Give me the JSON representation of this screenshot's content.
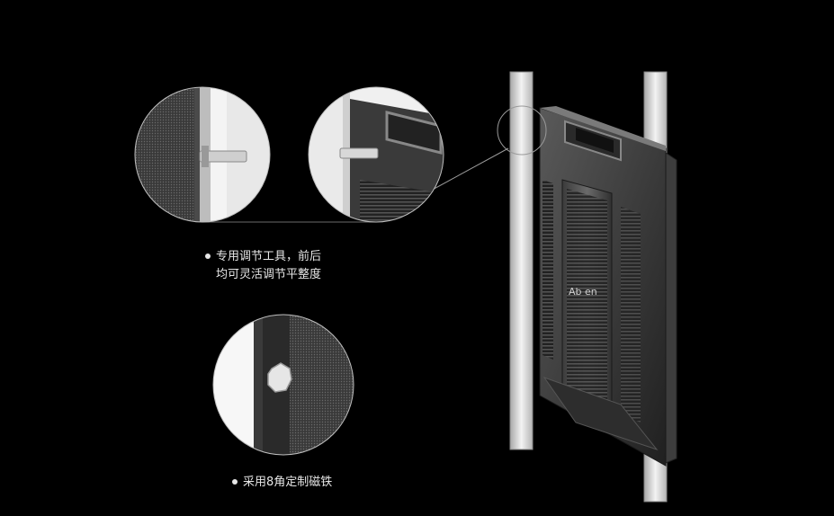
{
  "background_color": "#000000",
  "brand_text": "Ab en",
  "callout_1": {
    "line_1": "专用调节工具，前后",
    "line_2": "均可灵活调节平整度"
  },
  "callout_2": {
    "line_1": "采用8角定制磁铁"
  }
}
